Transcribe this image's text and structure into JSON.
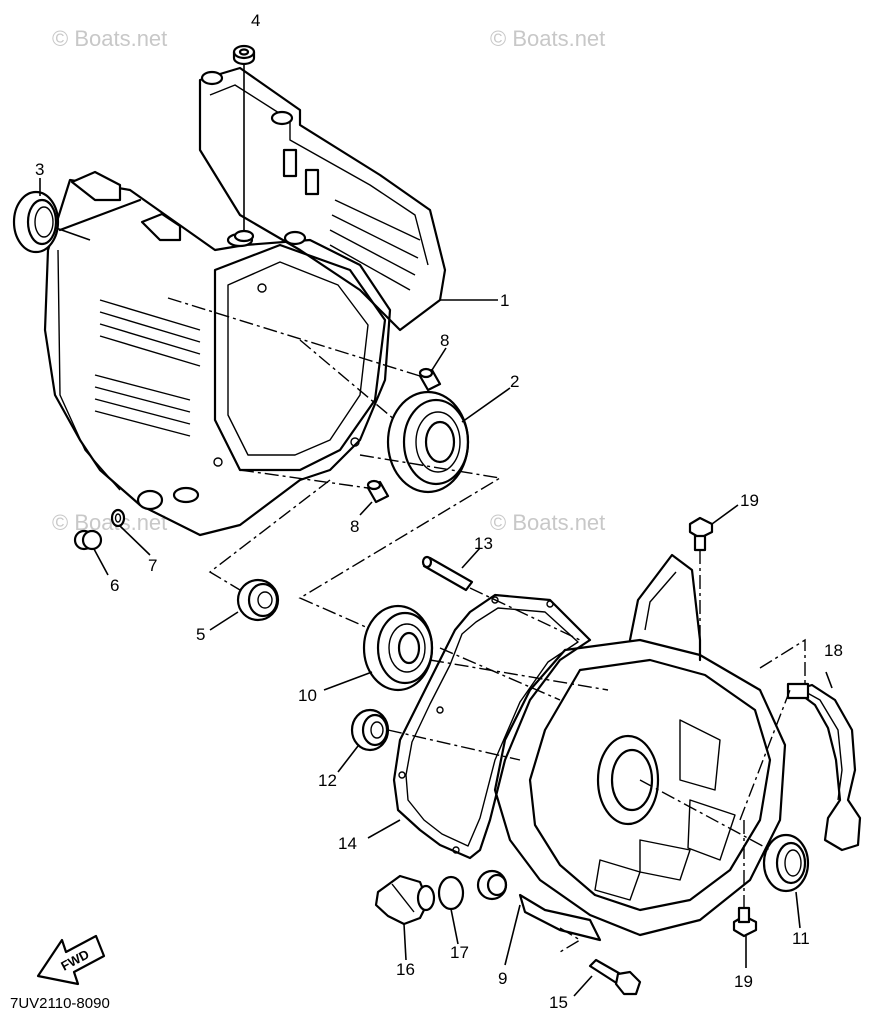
{
  "watermarks": [
    "© Boats.net",
    "© Boats.net",
    "© Boats.net",
    "© Boats.net"
  ],
  "diagram_code": "7UV2110-8090",
  "fwd_label": "FWD",
  "callouts": [
    {
      "id": "c1",
      "label": "1"
    },
    {
      "id": "c2",
      "label": "2"
    },
    {
      "id": "c3",
      "label": "3"
    },
    {
      "id": "c4",
      "label": "4"
    },
    {
      "id": "c5",
      "label": "5"
    },
    {
      "id": "c6",
      "label": "6"
    },
    {
      "id": "c7",
      "label": "7"
    },
    {
      "id": "c8a",
      "label": "8"
    },
    {
      "id": "c8b",
      "label": "8"
    },
    {
      "id": "c9",
      "label": "9"
    },
    {
      "id": "c10",
      "label": "10"
    },
    {
      "id": "c11",
      "label": "11"
    },
    {
      "id": "c12",
      "label": "12"
    },
    {
      "id": "c13",
      "label": "13"
    },
    {
      "id": "c14",
      "label": "14"
    },
    {
      "id": "c15",
      "label": "15"
    },
    {
      "id": "c16",
      "label": "16"
    },
    {
      "id": "c17",
      "label": "17"
    },
    {
      "id": "c18",
      "label": "18"
    },
    {
      "id": "c19a",
      "label": "19"
    },
    {
      "id": "c19b",
      "label": "19"
    }
  ]
}
